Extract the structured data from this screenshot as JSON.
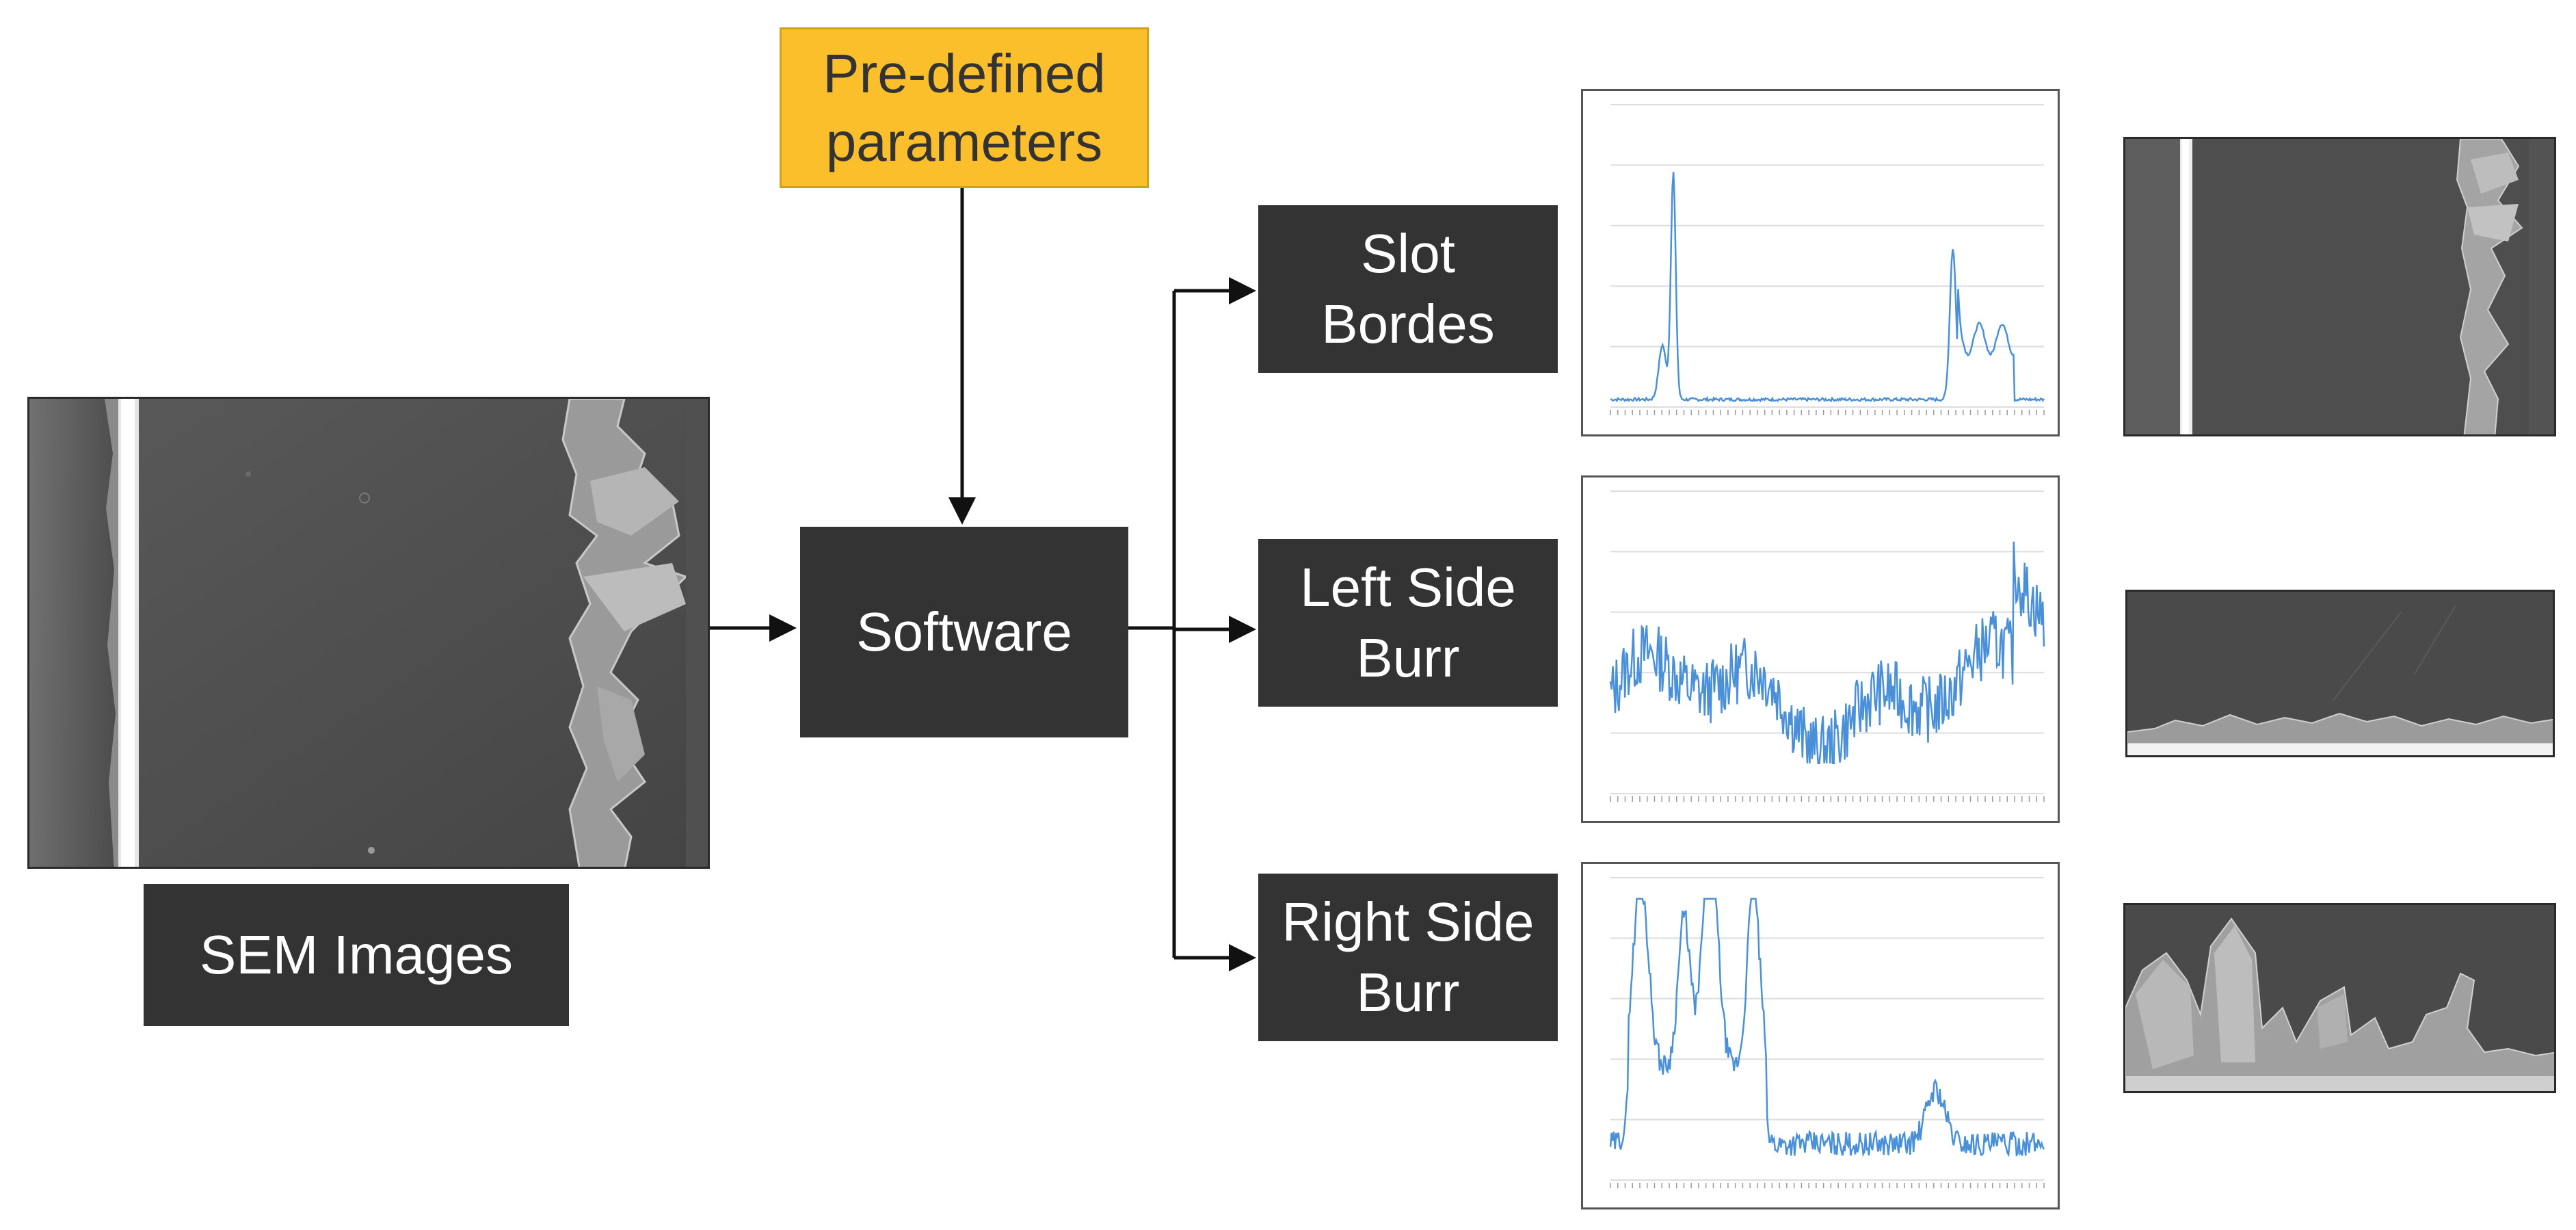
{
  "params_label": "Pre-defined\nparameters",
  "software_label": "Software",
  "sem_label": "SEM Images",
  "outputs": [
    {
      "label": "Slot\nBordes"
    },
    {
      "label": "Left Side\nBurr"
    },
    {
      "label": "Right Side\nBurr"
    }
  ],
  "colors": {
    "box": "#333333",
    "params": "#fbbf2c",
    "line": "#4a90d9",
    "arrow": "#111111"
  }
}
